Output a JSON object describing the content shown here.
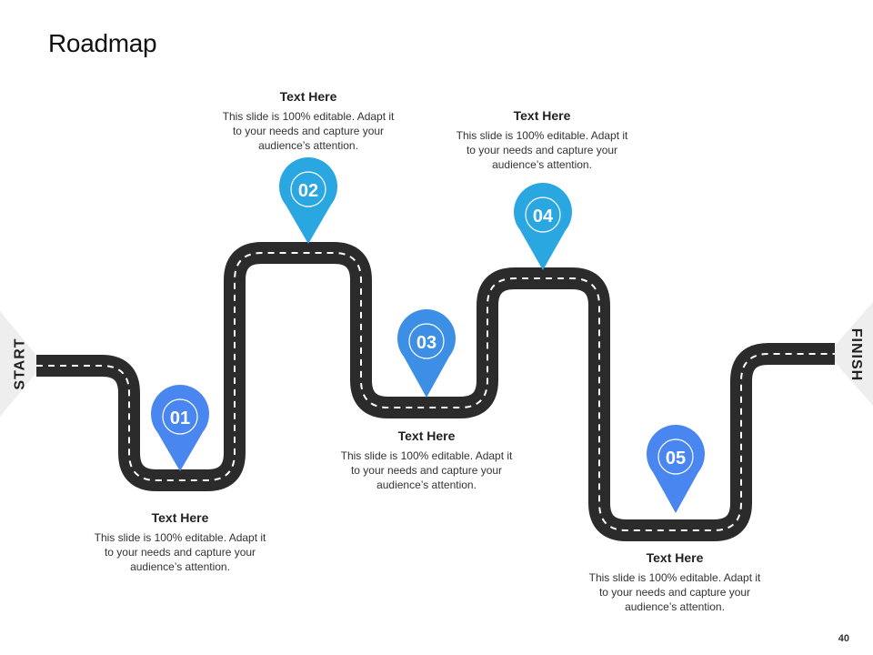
{
  "title": "Roadmap",
  "page_number": "40",
  "start_label": "START",
  "finish_label": "FINISH",
  "colors": {
    "road": "#2b2b2b",
    "dash": "#ffffff",
    "marker_light": "#2aa6e0",
    "marker_mid": "#3d8fe6",
    "marker_deep": "#4a86f0",
    "flag": "#eeeeee"
  },
  "steps": [
    {
      "number": "01",
      "title": "Text Here",
      "text": "This slide is 100% editable. Adapt it to your needs and capture your audience’s attention."
    },
    {
      "number": "02",
      "title": "Text Here",
      "text": "This slide is 100% editable. Adapt it to your needs and capture your audience’s attention."
    },
    {
      "number": "03",
      "title": "Text Here",
      "text": "This slide is 100% editable. Adapt it to your needs and capture your audience’s attention."
    },
    {
      "number": "04",
      "title": "Text Here",
      "text": "This slide is 100% editable. Adapt it to your needs and capture your audience’s attention."
    },
    {
      "number": "05",
      "title": "Text Here",
      "text": "This slide is 100% editable. Adapt it to your needs and capture your audience’s attention."
    }
  ]
}
